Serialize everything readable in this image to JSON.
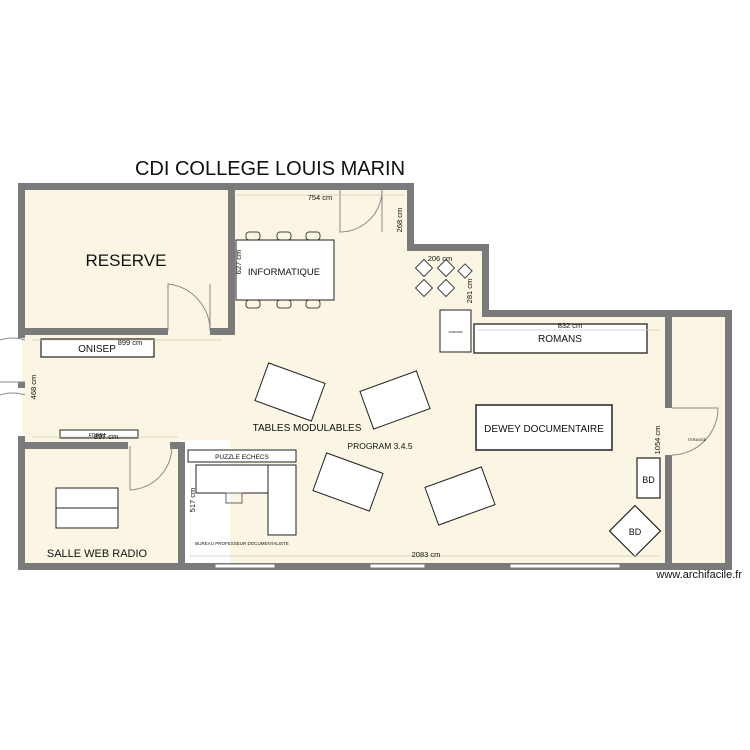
{
  "title": "CDI COLLEGE LOUIS MARIN",
  "watermark": "www.archifacile.fr",
  "colors": {
    "wall": "#7a7a7a",
    "floor": "#fbf6e3",
    "ink": "#111111",
    "line": "#555555"
  },
  "rooms": {
    "reserve": "RESERVE",
    "salle_web_radio": "SALLE WEB RADIO",
    "terrasse": "TERASSE"
  },
  "furniture": {
    "informatique": "INFORMATIQUE",
    "onisep": "ONISEP",
    "romans": "ROMANS",
    "dewey": "DEWEY DOCUMENTAIRE",
    "tables_modulables": "TABLES MODULABLES",
    "program": "PROGRAM 3.4.5",
    "puzzle_echecs": "PUZZLE ECHECS",
    "bureau_prof": "BUREAU PROFESSEUR DOCUMENTALISTE",
    "bd": "BD",
    "bd_diamond": "BD",
    "edimm": "EDIMM",
    "small_cabinet": "ARMOIRE"
  },
  "dimensions": {
    "top_width": "754 cm",
    "top_notch": "268 cm",
    "informatique_height": "627 cm",
    "notch_width": "206 cm",
    "notch_height": "281 cm",
    "romans_width": "832 cm",
    "onisep_width": "899 cm",
    "left_height": "468 cm",
    "edimm_width": "897 cm",
    "bottom_left_height": "517 cm",
    "bottom_width": "2083 cm",
    "right_height": "1054 cm"
  }
}
